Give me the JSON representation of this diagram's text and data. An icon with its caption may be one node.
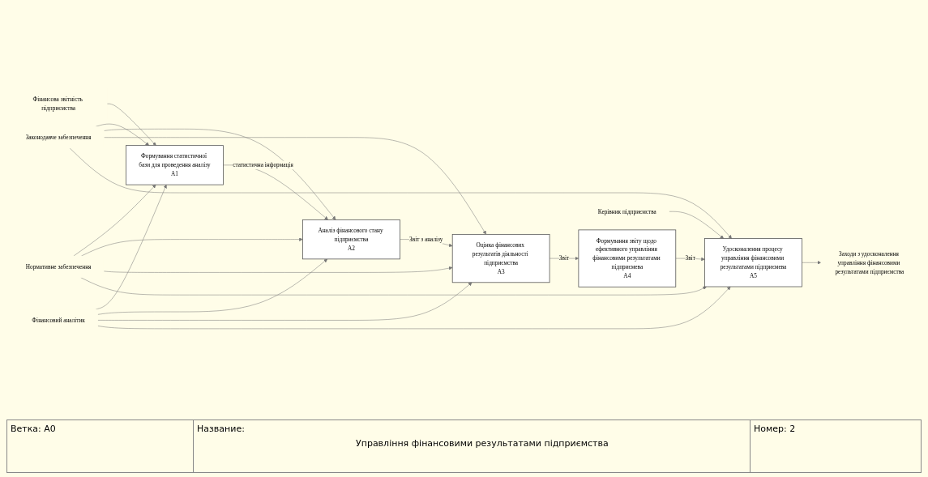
{
  "diagram": {
    "nodes": [
      {
        "text": [
          "Фінансова звітність підприємства"
        ]
      },
      {
        "text": [
          "Формування статистичної бази для проведення аналізу",
          "A1"
        ]
      },
      {
        "text": [
          "Аналіз фінансового стану підприємства",
          "A2"
        ]
      },
      {
        "text": [
          "Оцінка фінансових результатів діяльності підприємства",
          "A3"
        ]
      },
      {
        "text": [
          "Формування звіту щодо ефективного управління фінансовими результатами підприємева",
          "A4"
        ]
      },
      {
        "text": [
          "Удосконалення процесу управління фінансовими результатами підприємева",
          "A5"
        ]
      },
      {
        "text": [
          "Нормативне забезпечення"
        ]
      },
      {
        "text": [
          "Законодавче забезпечення"
        ]
      },
      {
        "text": [
          "Заходи з удосконалення управління фінансовими результатами підприємства"
        ]
      },
      {
        "text": [
          "Фінансовий аналітик"
        ]
      },
      {
        "text": [
          "Керівник підприємства"
        ]
      }
    ],
    "edges": [
      {
        "from": 0,
        "to": 1,
        "arrow": "to"
      },
      {
        "from": 1,
        "to": 2,
        "label": "статистична інформація",
        "arrow": "to"
      },
      {
        "from": 2,
        "to": 3,
        "label": "Звіт з аналізу",
        "arrow": "to"
      },
      {
        "from": 3,
        "to": 4,
        "label": "Звіт",
        "arrow": "to"
      },
      {
        "from": 4,
        "to": 5,
        "label": "Звіт",
        "arrow": "to"
      },
      {
        "from": 5,
        "to": 8,
        "arrow": "to"
      },
      {
        "from": 7,
        "to": 1,
        "arrow": "to"
      },
      {
        "from": 7,
        "to": 2,
        "arrow": "to"
      },
      {
        "from": 7,
        "to": 3,
        "arrow": "to"
      },
      {
        "from": 7,
        "to": 5,
        "arrow": "to"
      },
      {
        "from": 6,
        "to": 1,
        "arrow": "to"
      },
      {
        "from": 6,
        "to": 2,
        "arrow": "to"
      },
      {
        "from": 6,
        "to": 3,
        "arrow": "to"
      },
      {
        "from": 6,
        "to": 5,
        "arrow": "to"
      },
      {
        "from": 9,
        "to": 1,
        "arrow": "to"
      },
      {
        "from": 9,
        "to": 2,
        "arrow": "to"
      },
      {
        "from": 9,
        "to": 3,
        "arrow": "to"
      },
      {
        "from": 9,
        "to": 5,
        "arrow": "to"
      },
      {
        "from": 10,
        "to": 5,
        "arrow": "to"
      }
    ],
    "labels": [
      "Ветка: А0",
      "Название:",
      "Управління фінансовими результатами підприємства",
      "Номер: 2"
    ]
  }
}
